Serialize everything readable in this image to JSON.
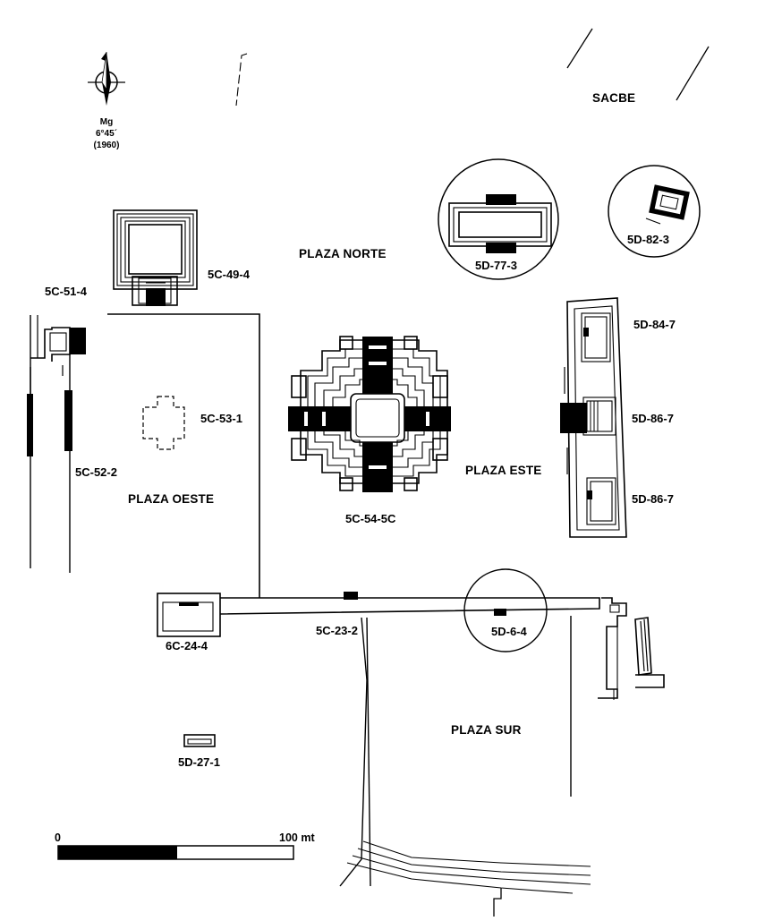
{
  "north_arrow": {
    "label": "Mg",
    "declination": "6°45´",
    "year": "(1960)",
    "icon": "north-arrow-icon"
  },
  "plazas": {
    "norte": "PLAZA NORTE",
    "oeste": "PLAZA OESTE",
    "este": "PLAZA ESTE",
    "sur": "PLAZA SUR"
  },
  "sacbe": "SACBE",
  "structures": {
    "s_5c_49_4": "5C-49-4",
    "s_5c_51_4": "5C-51-4",
    "s_5c_53_1": "5C-53-1",
    "s_5c_52_2": "5C-52-2",
    "s_5c_54_5c": "5C-54-5C",
    "s_5d_77_3": "5D-77-3",
    "s_5d_82_3": "5D-82-3",
    "s_5d_84_7": "5D-84-7",
    "s_5d_86_7_a": "5D-86-7",
    "s_5d_86_7_b": "5D-86-7",
    "s_6c_24_4": "6C-24-4",
    "s_5c_23_2": "5C-23-2",
    "s_5d_6_4": "5D-6-4",
    "s_5d_27_1": "5D-27-1"
  },
  "scale_bar": {
    "start_label": "0",
    "end_label": "100 mt"
  },
  "colors": {
    "ink": "#000000",
    "paper": "#ffffff"
  }
}
